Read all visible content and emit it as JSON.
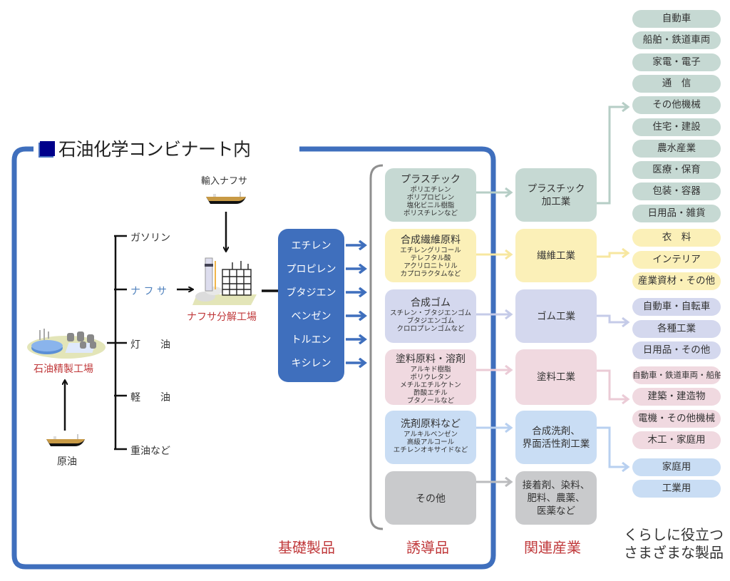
{
  "title": "石油化学コンビナート内",
  "colors": {
    "frame": "#3f6fbd",
    "title_square": "#00008b",
    "red_label": "#c0393b",
    "naphtha_text": "#4f81bd",
    "plastic": "#c6d9d3",
    "fiber": "#fbf0b8",
    "rubber": "#d4d8ee",
    "paint": "#f0d9e0",
    "detergent": "#c9ddf4",
    "other": "#c9cacc"
  },
  "sources": {
    "imported_naphtha": "輸入ナフサ",
    "crude_oil": "原油",
    "refinery": "石油精製工場",
    "cracker": "ナフサ分解工場"
  },
  "refinery_outputs": [
    "ガソリン",
    "ナ フ サ",
    "灯　　油",
    "軽　　油",
    "重油など"
  ],
  "basic_products": [
    "エチレン",
    "プロピレン",
    "ブタジエン",
    "ベンゼン",
    "トルエン",
    "キシレン"
  ],
  "derivatives": [
    {
      "title": "プラスチック",
      "items": [
        "ポリエチレン",
        "ポリプロピレン",
        "塩化ビニル樹脂",
        "ポリスチレンなど"
      ]
    },
    {
      "title": "合成繊維原料",
      "items": [
        "エチレングリコール",
        "テレフタル酸",
        "アクリロニトリル",
        "カプロラクタムなど"
      ]
    },
    {
      "title": "合成ゴム",
      "items": [
        "スチレン・ブタジエンゴム",
        "ブタジエンゴム",
        "クロロプレンゴムなど"
      ]
    },
    {
      "title": "塗料原料・溶剤",
      "items": [
        "アルキド樹脂",
        "ポリウレタン",
        "メチルエチルケトン",
        "酢酸エチル",
        "ブタノールなど"
      ]
    },
    {
      "title": "洗剤原料など",
      "items": [
        "アルキルベンゼン",
        "高級アルコール",
        "エチレンオキサイドなど"
      ]
    },
    {
      "title": "その他",
      "items": []
    }
  ],
  "industries": [
    {
      "label": "プラスチック\n加工業"
    },
    {
      "label": "繊維工業"
    },
    {
      "label": "ゴム工業"
    },
    {
      "label": "塗料工業"
    },
    {
      "label": "合成洗剤、\n界面活性剤工業"
    },
    {
      "label": "接着剤、染料、\n肥料、農薬、\n医薬など"
    }
  ],
  "products": {
    "plastic": [
      "自動車",
      "船舶・鉄道車両",
      "家電・電子",
      "通　信",
      "その他機械",
      "住宅・建設",
      "農水産業",
      "医療・保育",
      "包装・容器",
      "日用品・雑貨"
    ],
    "fiber": [
      "衣　料",
      "インテリア",
      "産業資材・その他"
    ],
    "rubber": [
      "自動車・自転車",
      "各種工業",
      "日用品・その他"
    ],
    "paint": [
      "自動車・鉄道車両・船舶",
      "建築・建造物",
      "電機・その他機械",
      "木工・家庭用"
    ],
    "detergent": [
      "家庭用",
      "工業用"
    ]
  },
  "footer": {
    "basic": "基礎製品",
    "derivative": "誘導品",
    "industry": "関連産業",
    "products_line1": "くらしに役立つ",
    "products_line2": "さまざまな製品"
  }
}
